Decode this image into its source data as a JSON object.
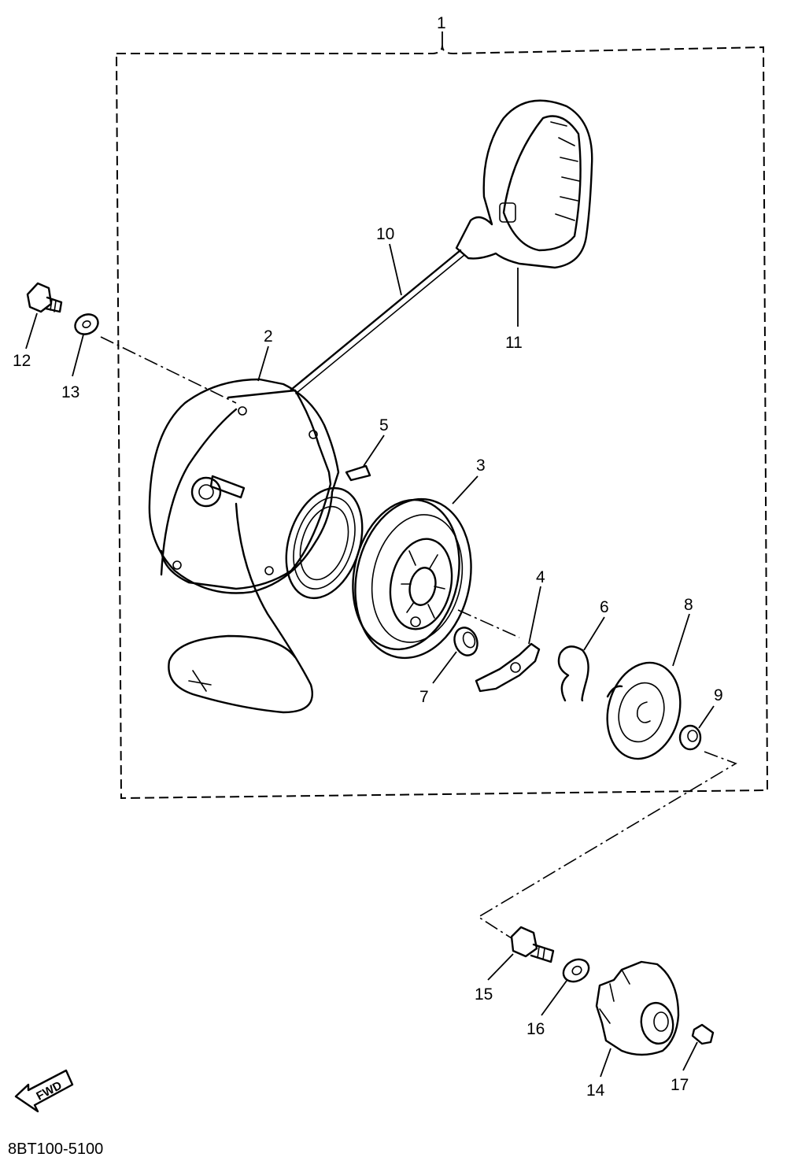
{
  "diagram_code": "8BT100-5100",
  "fwd_label": "FWD",
  "callouts": {
    "c1": "1",
    "c2": "2",
    "c3": "3",
    "c4": "4",
    "c5": "5",
    "c6": "6",
    "c7": "7",
    "c8": "8",
    "c9": "9",
    "c10": "10",
    "c11": "11",
    "c12": "12",
    "c13": "13",
    "c14": "14",
    "c15": "15",
    "c16": "16",
    "c17": "17"
  }
}
